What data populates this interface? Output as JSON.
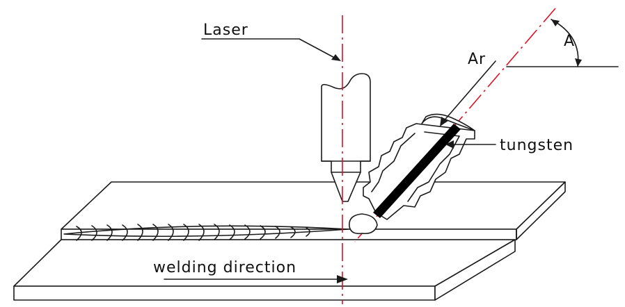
{
  "labels": {
    "laser": "Laser",
    "argon": "Ar",
    "angle": "A",
    "tungsten": "tungsten",
    "welding_direction": "welding direction"
  },
  "colors": {
    "line": "#1a1a1a",
    "axis": "#e01020",
    "electrode": "#000000",
    "background": "#ffffff"
  }
}
